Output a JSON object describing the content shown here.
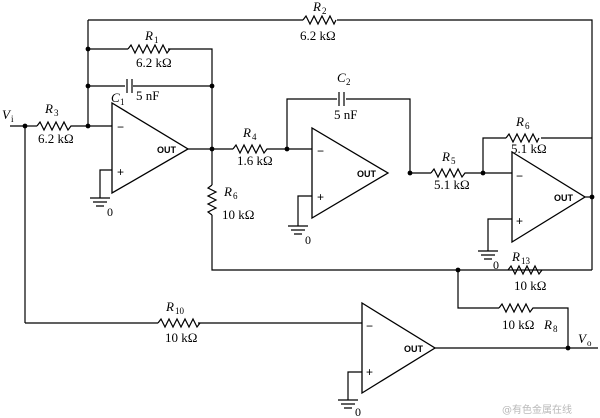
{
  "components": {
    "R1": {
      "name": "R",
      "sub": "1",
      "value": "6.2 kΩ"
    },
    "R2": {
      "name": "R",
      "sub": "2",
      "value": "6.2 kΩ"
    },
    "R3": {
      "name": "R",
      "sub": "3",
      "value": "6.2 kΩ"
    },
    "R4": {
      "name": "R",
      "sub": "4",
      "value": "1.6 kΩ"
    },
    "R5": {
      "name": "R",
      "sub": "5",
      "value": "5.1 kΩ"
    },
    "R6a": {
      "name": "R",
      "sub": "6",
      "value": "10 kΩ"
    },
    "R6b": {
      "name": "R",
      "sub": "6",
      "value": "5.1 kΩ"
    },
    "R8": {
      "name": "R",
      "sub": "8",
      "value": "10 kΩ"
    },
    "R10": {
      "name": "R",
      "sub": "10",
      "value": "10 kΩ"
    },
    "R13": {
      "name": "R",
      "sub": "13",
      "value": "10 kΩ"
    },
    "C1": {
      "name": "C",
      "sub": "1",
      "value": "5 nF"
    },
    "C2": {
      "name": "C",
      "sub": "2",
      "value": "5 nF"
    }
  },
  "terminals": {
    "vin": {
      "name": "V",
      "sub": "i"
    },
    "vout": {
      "name": "V",
      "sub": "o"
    }
  },
  "opamp": {
    "out": "OUT",
    "minus": "−",
    "plus": "+"
  },
  "ground": "0",
  "watermark": "@有色金属在线"
}
